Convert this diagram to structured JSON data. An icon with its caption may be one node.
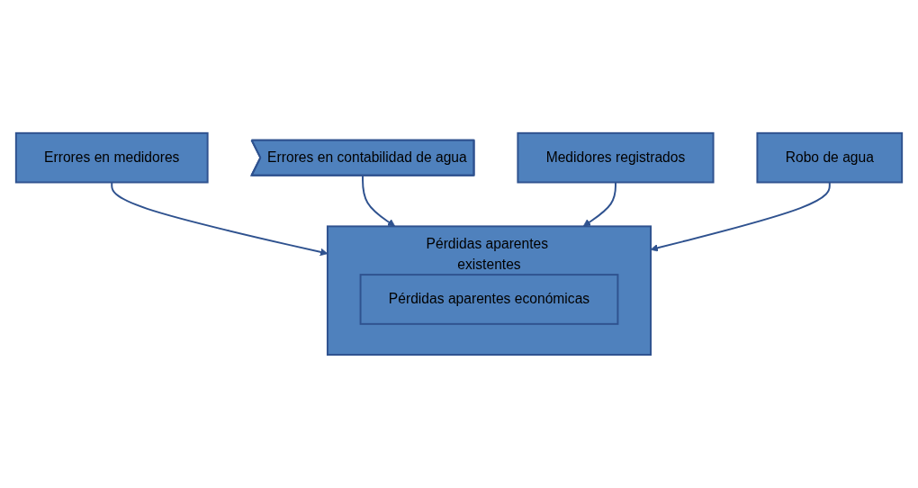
{
  "diagram": {
    "nodes": [
      {
        "text": [
          "Errores en medidores"
        ]
      },
      {
        "text": [
          "Pérdidas aparentes existentes"
        ]
      },
      {
        "text": [
          "Pérdidas aparentes económicas"
        ],
        "in": 1
      },
      {
        "text": [
          "Errores en contabilidad de agua"
        ]
      },
      {
        "text": [
          "Medidores registrados"
        ]
      },
      {
        "text": [
          "Robo de agua"
        ]
      }
    ],
    "edges": [
      {
        "from": 0,
        "to": 1,
        "arrow": "to"
      },
      {
        "from": 3,
        "to": 1,
        "arrow": "to"
      },
      {
        "from": 4,
        "to": 1,
        "arrow": "to"
      },
      {
        "from": 5,
        "to": 1,
        "arrow": "to"
      }
    ]
  }
}
